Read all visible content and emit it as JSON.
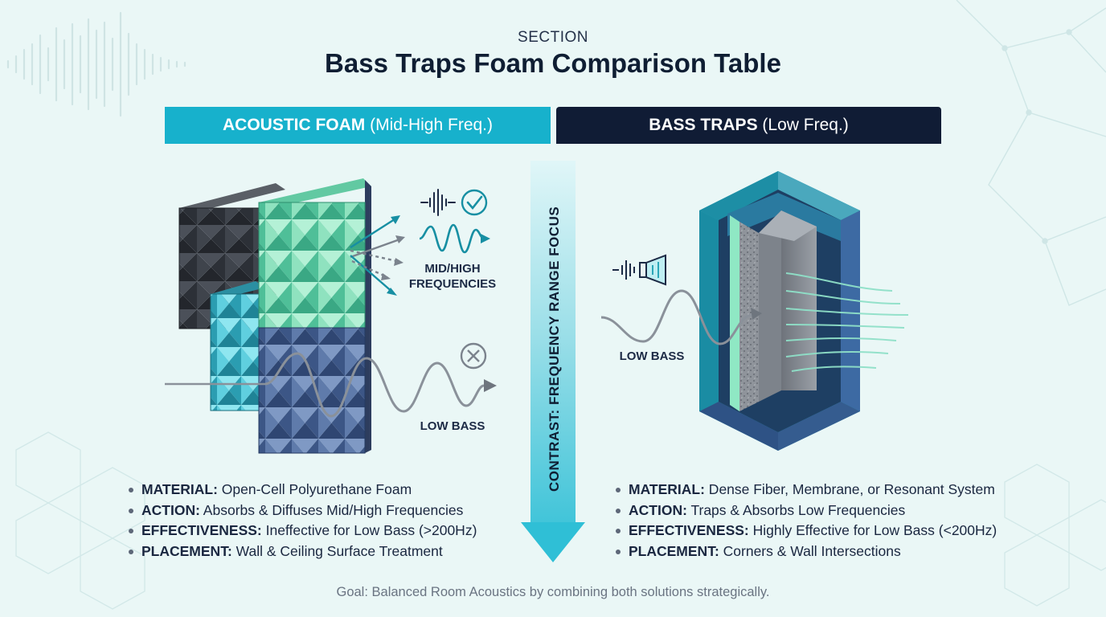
{
  "header": {
    "eyebrow": "SECTION",
    "title": "Bass Traps Foam Comparison Table"
  },
  "columns": {
    "left": {
      "title_strong": "ACOUSTIC FOAM",
      "title_rest": " (Mid-High Freq.)"
    },
    "right": {
      "title_strong": "BASS TRAPS",
      "title_rest": " (Low Freq.)"
    }
  },
  "center_axis": {
    "label": "CONTRAST: FREQUENCY RANGE FOCUS"
  },
  "illustration": {
    "foam_mid_high_label_1": "MID/HIGH",
    "foam_mid_high_label_2": "FREQUENCIES",
    "foam_low_bass_label": "LOW BASS",
    "trap_low_bass_label": "LOW BASS",
    "icons": [
      "sound-wave-icon",
      "check-circle-icon",
      "cross-circle-icon",
      "speaker-icon"
    ]
  },
  "left_features": [
    {
      "key": "MATERIAL:",
      "value": " Open-Cell Polyurethane Foam"
    },
    {
      "key": "ACTION:",
      "value": " Absorbs & Diffuses Mid/High Frequencies"
    },
    {
      "key": "EFFECTIVENESS:",
      "value": " Ineffective for Low Bass (>200Hz)"
    },
    {
      "key": "PLACEMENT:",
      "value": " Wall & Ceiling Surface Treatment"
    }
  ],
  "right_features": [
    {
      "key": "MATERIAL:",
      "value": " Dense Fiber, Membrane, or Resonant System"
    },
    {
      "key": "ACTION:",
      "value": " Traps & Absorbs Low Frequencies"
    },
    {
      "key": "EFFECTIVENESS:",
      "value": " Highly Effective for Low Bass (<200Hz)"
    },
    {
      "key": "PLACEMENT:",
      "value": " Corners & Wall Intersections"
    }
  ],
  "footer": {
    "goal": "Goal: Balanced Room Acoustics by combining both solutions strategically."
  },
  "colors": {
    "background": "#eaf7f6",
    "foam_header": "#17b1cc",
    "trap_header": "#101c35",
    "mint": "#7fe0b8",
    "teal": "#2aa6b8",
    "slate_blue": "#4e6a9c",
    "dark_gray": "#3a3f47"
  }
}
